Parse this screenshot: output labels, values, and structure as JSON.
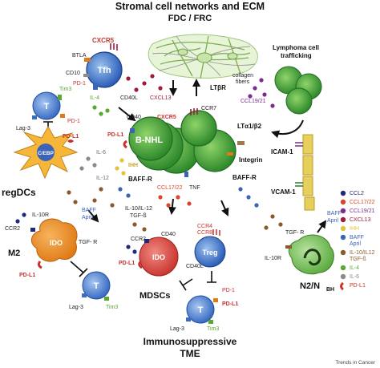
{
  "title_line1": "Stromal cell networks and ECM",
  "title_line2": "FDC / FRC",
  "footer_line1": "Immunosuppressive",
  "footer_line2": "TME",
  "journal": "Trends in Cancer",
  "cells": {
    "tfh": "Tfh",
    "bnhl": "B-NHL",
    "treg": "Treg",
    "t_upper": "T",
    "t_lower_left": "T",
    "t_lower_mid": "T",
    "ido_m2": "IDO",
    "ido_mdsc": "IDO",
    "cebp": "C/EBP",
    "regdcs": "regDCs",
    "m2": "M2",
    "mdscs": "MDSCs",
    "n2": "N2/N",
    "n2_sub": "BH",
    "lymphoma_trafficking": [
      "Lymphoma cell",
      "trafficking"
    ]
  },
  "labels": {
    "btla": "BTLA",
    "cxcr5_tfh": "CXCR5",
    "cd10": "CD10",
    "pd1_tfh": "PD-1",
    "il4": "IL-4",
    "cd40l": "CD40L",
    "cxcl13": "CXCL13",
    "ccr7": "CCR7",
    "ltbr": "LTβR",
    "collagen": [
      "collagen",
      "fibers"
    ],
    "ccl1921": "CCL19/21",
    "tim3_top": "Tim3",
    "lag3_top": "Lag-3",
    "pd1_top": "PD-1",
    "pdl1_dc": "PD-L1",
    "cd40": "CD40",
    "cxcr5_b": "CXCR5",
    "pdl1_b": "PD-L1",
    "lta": "LTα1/β2",
    "integrin": "Integrin",
    "baffr_right": "BAFF-R",
    "tnf": "TNF",
    "baffr_left": "BAFF-R",
    "il6": "IL-6",
    "il12": "IL-12",
    "ihh": "IHH",
    "icam": "ICAM-1",
    "vcam": "VCAM-1",
    "il10r_left": "IL-10R",
    "ccr2_left": "CCR2",
    "baff_left": "BAFF",
    "april_left": "April",
    "tgfr_left": "TGF- R",
    "pdl1_m2": "PD-L1",
    "lag3_left": "Lag-3",
    "tim3_left": "Tim3",
    "ccl1722": "CCL17/22",
    "il10_mid": [
      "IL-10/IL-12",
      "TGF-ß"
    ],
    "ccr2_mid": "CCR2",
    "cd40_mid": "CD40",
    "ccr4": "CCR4",
    "ccr8": "CCR8",
    "cd40l_mid": "CD40L",
    "pdl1_mdsc": "PD-L1",
    "pd1_bottom": "PD-1",
    "pdl1_bottom": "PD-L1",
    "lag3_bottom": "Lag-3",
    "tim3_bottom": "Tim3",
    "baff_right": "BAFF",
    "april_right": "April",
    "tgfr_right": "TGF- R",
    "il10r_right": "IL-10R"
  },
  "legend": [
    {
      "label": "CCL2",
      "color": "#1f2a7a",
      "shape": "dot"
    },
    {
      "label": "CCL17/22",
      "color": "#d9452b",
      "shape": "dot"
    },
    {
      "label": "CCL19/21",
      "color": "#7b2c8f",
      "shape": "dot"
    },
    {
      "label": "CXCL13",
      "color": "#9c1c3a",
      "shape": "dot"
    },
    {
      "label": "IHH",
      "color": "#e2c33a",
      "shape": "dot"
    },
    {
      "label": "BAFF\nApril",
      "color": "#3b63b8",
      "shape": "dot"
    },
    {
      "label": "IL-10/IL12\nTGF-ß",
      "color": "#8a5a2b",
      "shape": "dot"
    },
    {
      "label": "IL-4",
      "color": "#5aa832",
      "shape": "dot"
    },
    {
      "label": "IL-6",
      "color": "#8a8a8a",
      "shape": "dot"
    },
    {
      "label": "PD-L1",
      "color": "#d0312d",
      "shape": "receptor"
    }
  ]
}
